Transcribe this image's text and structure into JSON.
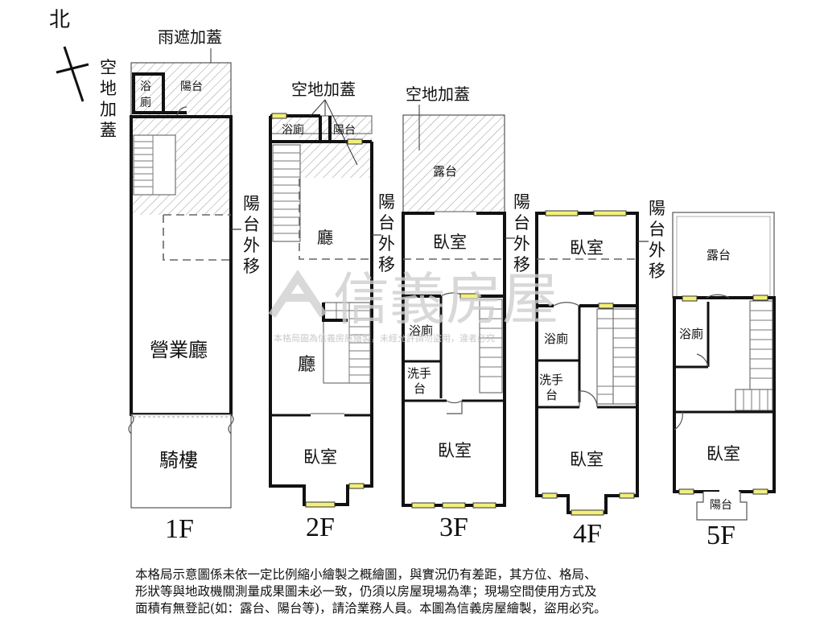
{
  "compass": {
    "label": "北"
  },
  "floors": [
    {
      "id": "1F",
      "label": "1F"
    },
    {
      "id": "2F",
      "label": "2F"
    },
    {
      "id": "3F",
      "label": "3F"
    },
    {
      "id": "4F",
      "label": "4F"
    },
    {
      "id": "5F",
      "label": "5F"
    }
  ],
  "labels": {
    "rain_shelter": "雨遮加蓋",
    "empty_addition_1f": [
      "空",
      "地",
      "加",
      "蓋"
    ],
    "bath_1f": [
      "浴",
      "廁"
    ],
    "balcony_1f": "陽台",
    "balcony_out_1f": [
      "陽",
      "台",
      "外",
      "移"
    ],
    "business_hall": "營業廳",
    "arcade": "騎樓",
    "empty_addition_2f": "空地加蓋",
    "bath_2f": "浴廁",
    "balcony_2f": "陽台",
    "hall_2f_front": "廳",
    "hall_2f_main": "廳",
    "bedroom_2f": "臥室",
    "balcony_out_2f": [
      "陽",
      "台",
      "外",
      "移"
    ],
    "empty_addition_3f": "空地加蓋",
    "terrace_3f": "露台",
    "bedroom_3f_back": "臥室",
    "bath_3f": "浴廁",
    "sink_3f": [
      "洗手",
      "台"
    ],
    "bedroom_3f_front": "臥室",
    "balcony_out_3f": [
      "陽",
      "台",
      "外",
      "移"
    ],
    "bedroom_4f_back": "臥室",
    "bath_4f": "浴廁",
    "sink_4f": [
      "洗手",
      "台"
    ],
    "bedroom_4f_front": "臥室",
    "balcony_out_4f": [
      "陽",
      "台",
      "外",
      "移"
    ],
    "terrace_5f": "露台",
    "bath_5f": "浴廁",
    "bedroom_5f": "臥室",
    "balcony_5f": "陽台"
  },
  "watermark": {
    "brand": "信義房屋",
    "notice": "本格局圖為信義房屋繪製，未經允許請勿盜用，違者必究"
  },
  "disclaimer": {
    "line1": "本格局示意圖係未依一定比例縮小繪製之概繪圖，與實況仍有差距，其方位、格局、",
    "line2": "形狀等與地政機關測量成果圖未必一致，仍須以房屋現場為準；現場空間使用方式及",
    "line3": "面積有無登記(如：露台、陽台等)，請洽業務人員。本圖為信義房屋繪製，盜用必究。"
  },
  "colors": {
    "wall": "#111111",
    "window": "#f3ef7a",
    "watermark": "#cfcfcf"
  }
}
